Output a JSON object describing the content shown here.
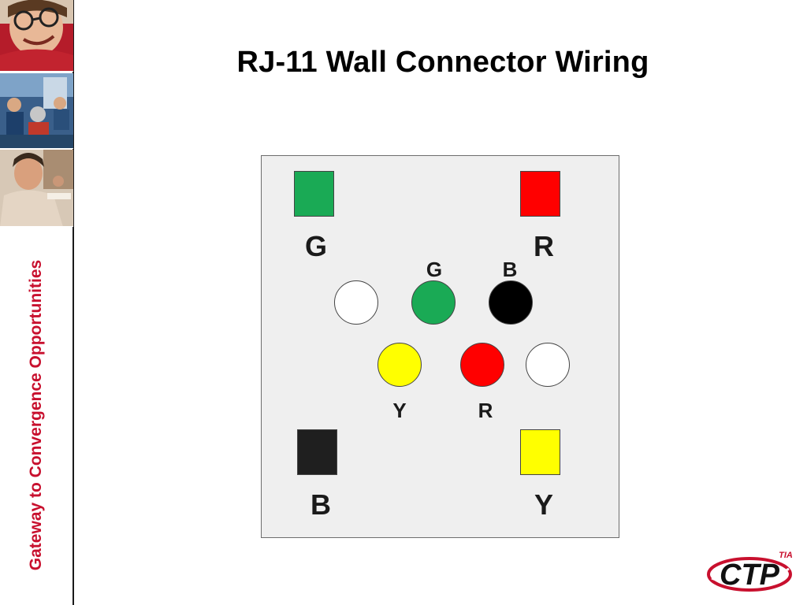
{
  "slide": {
    "title": "RJ-11 Wall Connector Wiring",
    "tagline": "Gateway to Convergence Opportunities"
  },
  "colors": {
    "green": "#1aaa55",
    "red": "#ff0000",
    "black": "#000000",
    "dark_terminal": "#1f1f1f",
    "yellow": "#ffff00",
    "white": "#ffffff",
    "brand_red": "#c8102e"
  },
  "connector": {
    "terminals": [
      {
        "id": "top-left",
        "color": "green",
        "label": "G"
      },
      {
        "id": "top-right",
        "color": "red",
        "label": "R"
      },
      {
        "id": "bottom-left",
        "color": "black",
        "label": "B"
      },
      {
        "id": "bottom-right",
        "color": "yellow",
        "label": "Y"
      }
    ],
    "top_pins": [
      {
        "color": "white",
        "label": ""
      },
      {
        "color": "green",
        "label": "G"
      },
      {
        "color": "black",
        "label": "B"
      }
    ],
    "bottom_pins": [
      {
        "color": "yellow",
        "label": "Y"
      },
      {
        "color": "red",
        "label": "R"
      },
      {
        "color": "white",
        "label": ""
      }
    ]
  },
  "logo": {
    "text": "CTP",
    "superscript": "TIA"
  }
}
